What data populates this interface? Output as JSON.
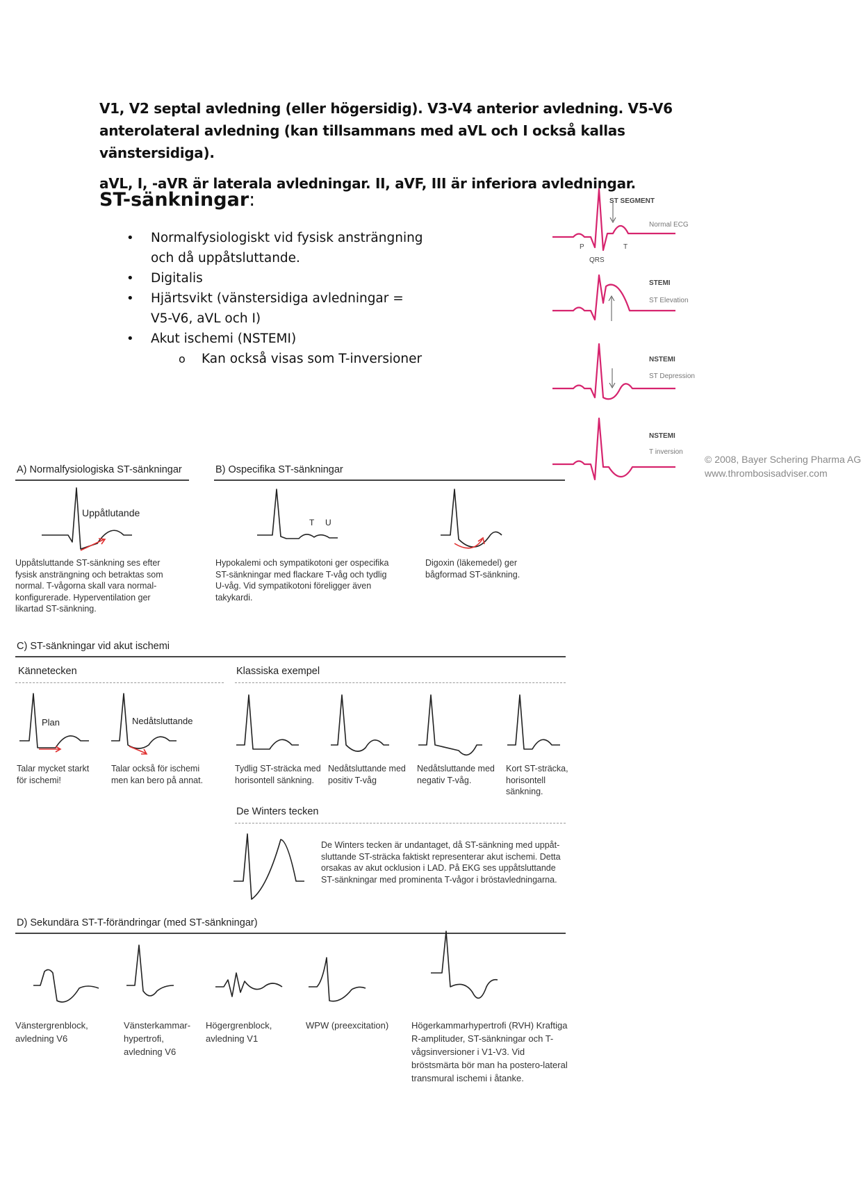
{
  "intro": {
    "line1": "V1, V2 septal avledning (eller högersidig). V3-V4 anterior avledning. V5-V6 anterolateral avledning (kan tillsammans med aVL och I också kallas vänstersidiga).",
    "line2": "aVL, I, -aVR är laterala avledningar. II, aVF, III är inferiora avledningar."
  },
  "heading": {
    "text": "ST-sänkningar",
    "colon": ":"
  },
  "bullets": [
    "Normalfysiologiskt vid fysisk ansträngning och då uppåtsluttande.",
    "Digitalis",
    "Hjärtsvikt (vänstersidiga avledningar = V5-V6, aVL och I)",
    "Akut ischemi (NSTEMI)"
  ],
  "sub_bullet": "Kan också visas som T-inversioner",
  "ecg_panel": {
    "color": "#d6246e",
    "normal": {
      "title": "ST SEGMENT",
      "label": "Normal ECG",
      "p": "P",
      "t": "T",
      "qrs": "QRS"
    },
    "stemi": {
      "title": "STEMI",
      "label": "ST Elevation"
    },
    "nstemi1": {
      "title": "NSTEMI",
      "label": "ST Depression"
    },
    "nstemi2": {
      "title": "NSTEMI",
      "label": "T inversion"
    },
    "copyright1": "© 2008, Bayer Schering Pharma AG",
    "copyright2": "www.thrombosisadviser.com"
  },
  "sectionA": {
    "title": "A) Normalfysiologiska ST-sänkningar",
    "label": "Uppåtlutande",
    "caption": "Uppåtsluttande ST-sänkning ses efter fysisk ansträngning och betraktas som normal. T-vågorna skall vara normal-konfigurerade. Hyperventilation ger likartad ST-sänkning."
  },
  "sectionB": {
    "title": "B) Ospecifika ST-sänkningar",
    "t": "T",
    "u": "U",
    "caption1": "Hypokalemi och sympatikotoni ger ospecifika ST-sänkningar med flackare T-våg och tydlig U-våg. Vid sympatikotoni föreligger även takykardi.",
    "caption2": "Digoxin (läkemedel) ger bågformad ST-sänkning."
  },
  "sectionC": {
    "title": "C) ST-sänkningar vid akut ischemi",
    "signs_title": "Kännetecken",
    "examples_title": "Klassiska exempel",
    "plan": "Plan",
    "ned": "Nedåtsluttande",
    "sign_cap1": "Talar mycket starkt för ischemi!",
    "sign_cap2": "Talar också för ischemi men kan bero på annat.",
    "ex1": "Tydlig ST-sträcka med horisontell sänkning.",
    "ex2": "Nedåtsluttande med positiv T-våg",
    "ex3": "Nedåtsluttande med negativ T-våg.",
    "ex4": "Kort ST-sträcka, horisontell sänkning.",
    "winters_title": "De Winters tecken",
    "winters_text": "De Winters tecken är undantaget, då ST-sänkning med uppåt-sluttande ST-sträcka faktiskt representerar akut ischemi. Detta orsakas av akut ocklusion i LAD. På EKG ses uppåtsluttande ST-sänkningar med prominenta T-vågor i bröstavledningarna."
  },
  "sectionD": {
    "title": "D) Sekundära ST-T-förändringar (med ST-sänkningar)",
    "c1": "Vänstergrenblock, avledning V6",
    "c2": "Vänsterkammar-hypertrofi, avledning V6",
    "c3": "Högergrenblock, avledning V1",
    "c4": "WPW (preexcitation)",
    "c5": "Högerkammarhypertrofi (RVH) Kraftiga R-amplituder, ST-sänkningar och T-vågsinversioner i V1-V3. Vid bröstsmärta bör man ha postero-lateral transmural ischemi i åtanke."
  }
}
